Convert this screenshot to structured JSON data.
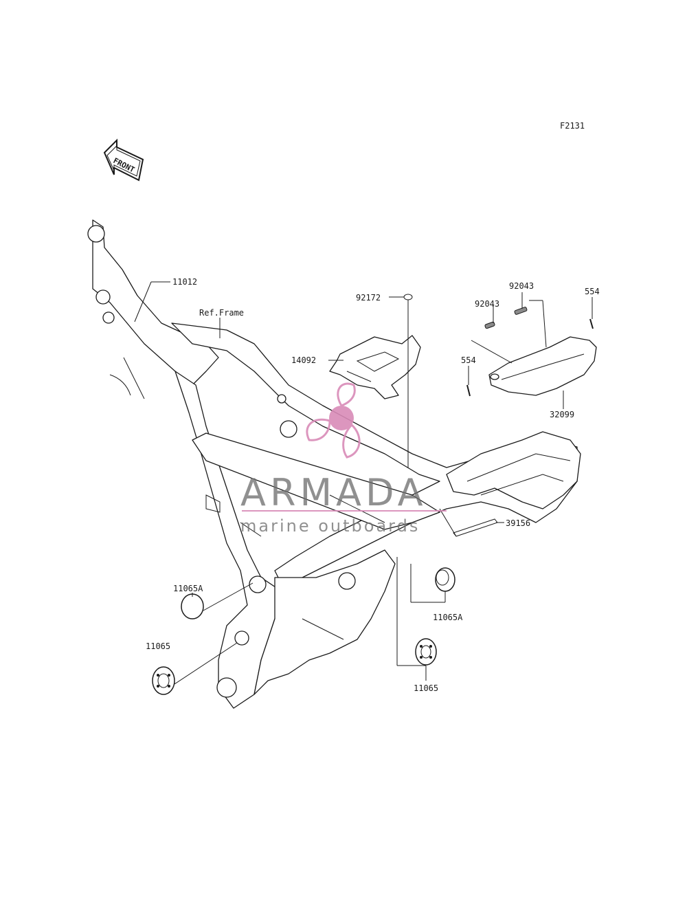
{
  "figure_code": "F2131",
  "front_arrow_label": "FRONT",
  "ref_frame_label": "Ref.Frame",
  "callouts": [
    {
      "id": "c-11012",
      "text": "11012"
    },
    {
      "id": "c-92172",
      "text": "92172"
    },
    {
      "id": "c-14092",
      "text": "14092"
    },
    {
      "id": "c-92043-a",
      "text": "92043"
    },
    {
      "id": "c-92043-b",
      "text": "92043"
    },
    {
      "id": "c-554-a",
      "text": "554"
    },
    {
      "id": "c-554-b",
      "text": "554"
    },
    {
      "id": "c-32099",
      "text": "32099"
    },
    {
      "id": "c-39156",
      "text": "39156"
    },
    {
      "id": "c-11065A-left",
      "text": "11065A"
    },
    {
      "id": "c-11065-left",
      "text": "11065"
    },
    {
      "id": "c-11065A-right",
      "text": "11065A"
    },
    {
      "id": "c-11065-right",
      "text": "11065"
    }
  ],
  "watermark": {
    "brand": "ARMADA",
    "tagline": "marine outboards",
    "accent_color": "#d98bb8"
  }
}
